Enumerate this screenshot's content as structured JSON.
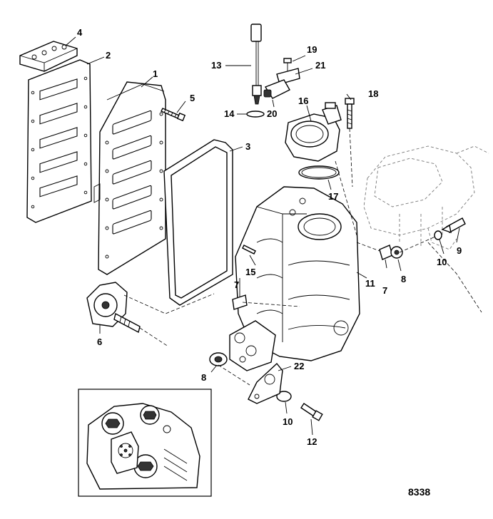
{
  "callouts": {
    "c1": "1",
    "c2": "2",
    "c3": "3",
    "c4": "4",
    "c5": "5",
    "c6": "6",
    "c7a": "7",
    "c7b": "7",
    "c8a": "8",
    "c8b": "8",
    "c9": "9",
    "c10a": "10",
    "c10b": "10",
    "c11": "11",
    "c12": "12",
    "c13": "13",
    "c14": "14",
    "c15": "15",
    "c16": "16",
    "c17": "17",
    "c18": "18",
    "c19": "19",
    "c20": "20",
    "c21": "21",
    "c22": "22"
  },
  "figure_number": "8338"
}
